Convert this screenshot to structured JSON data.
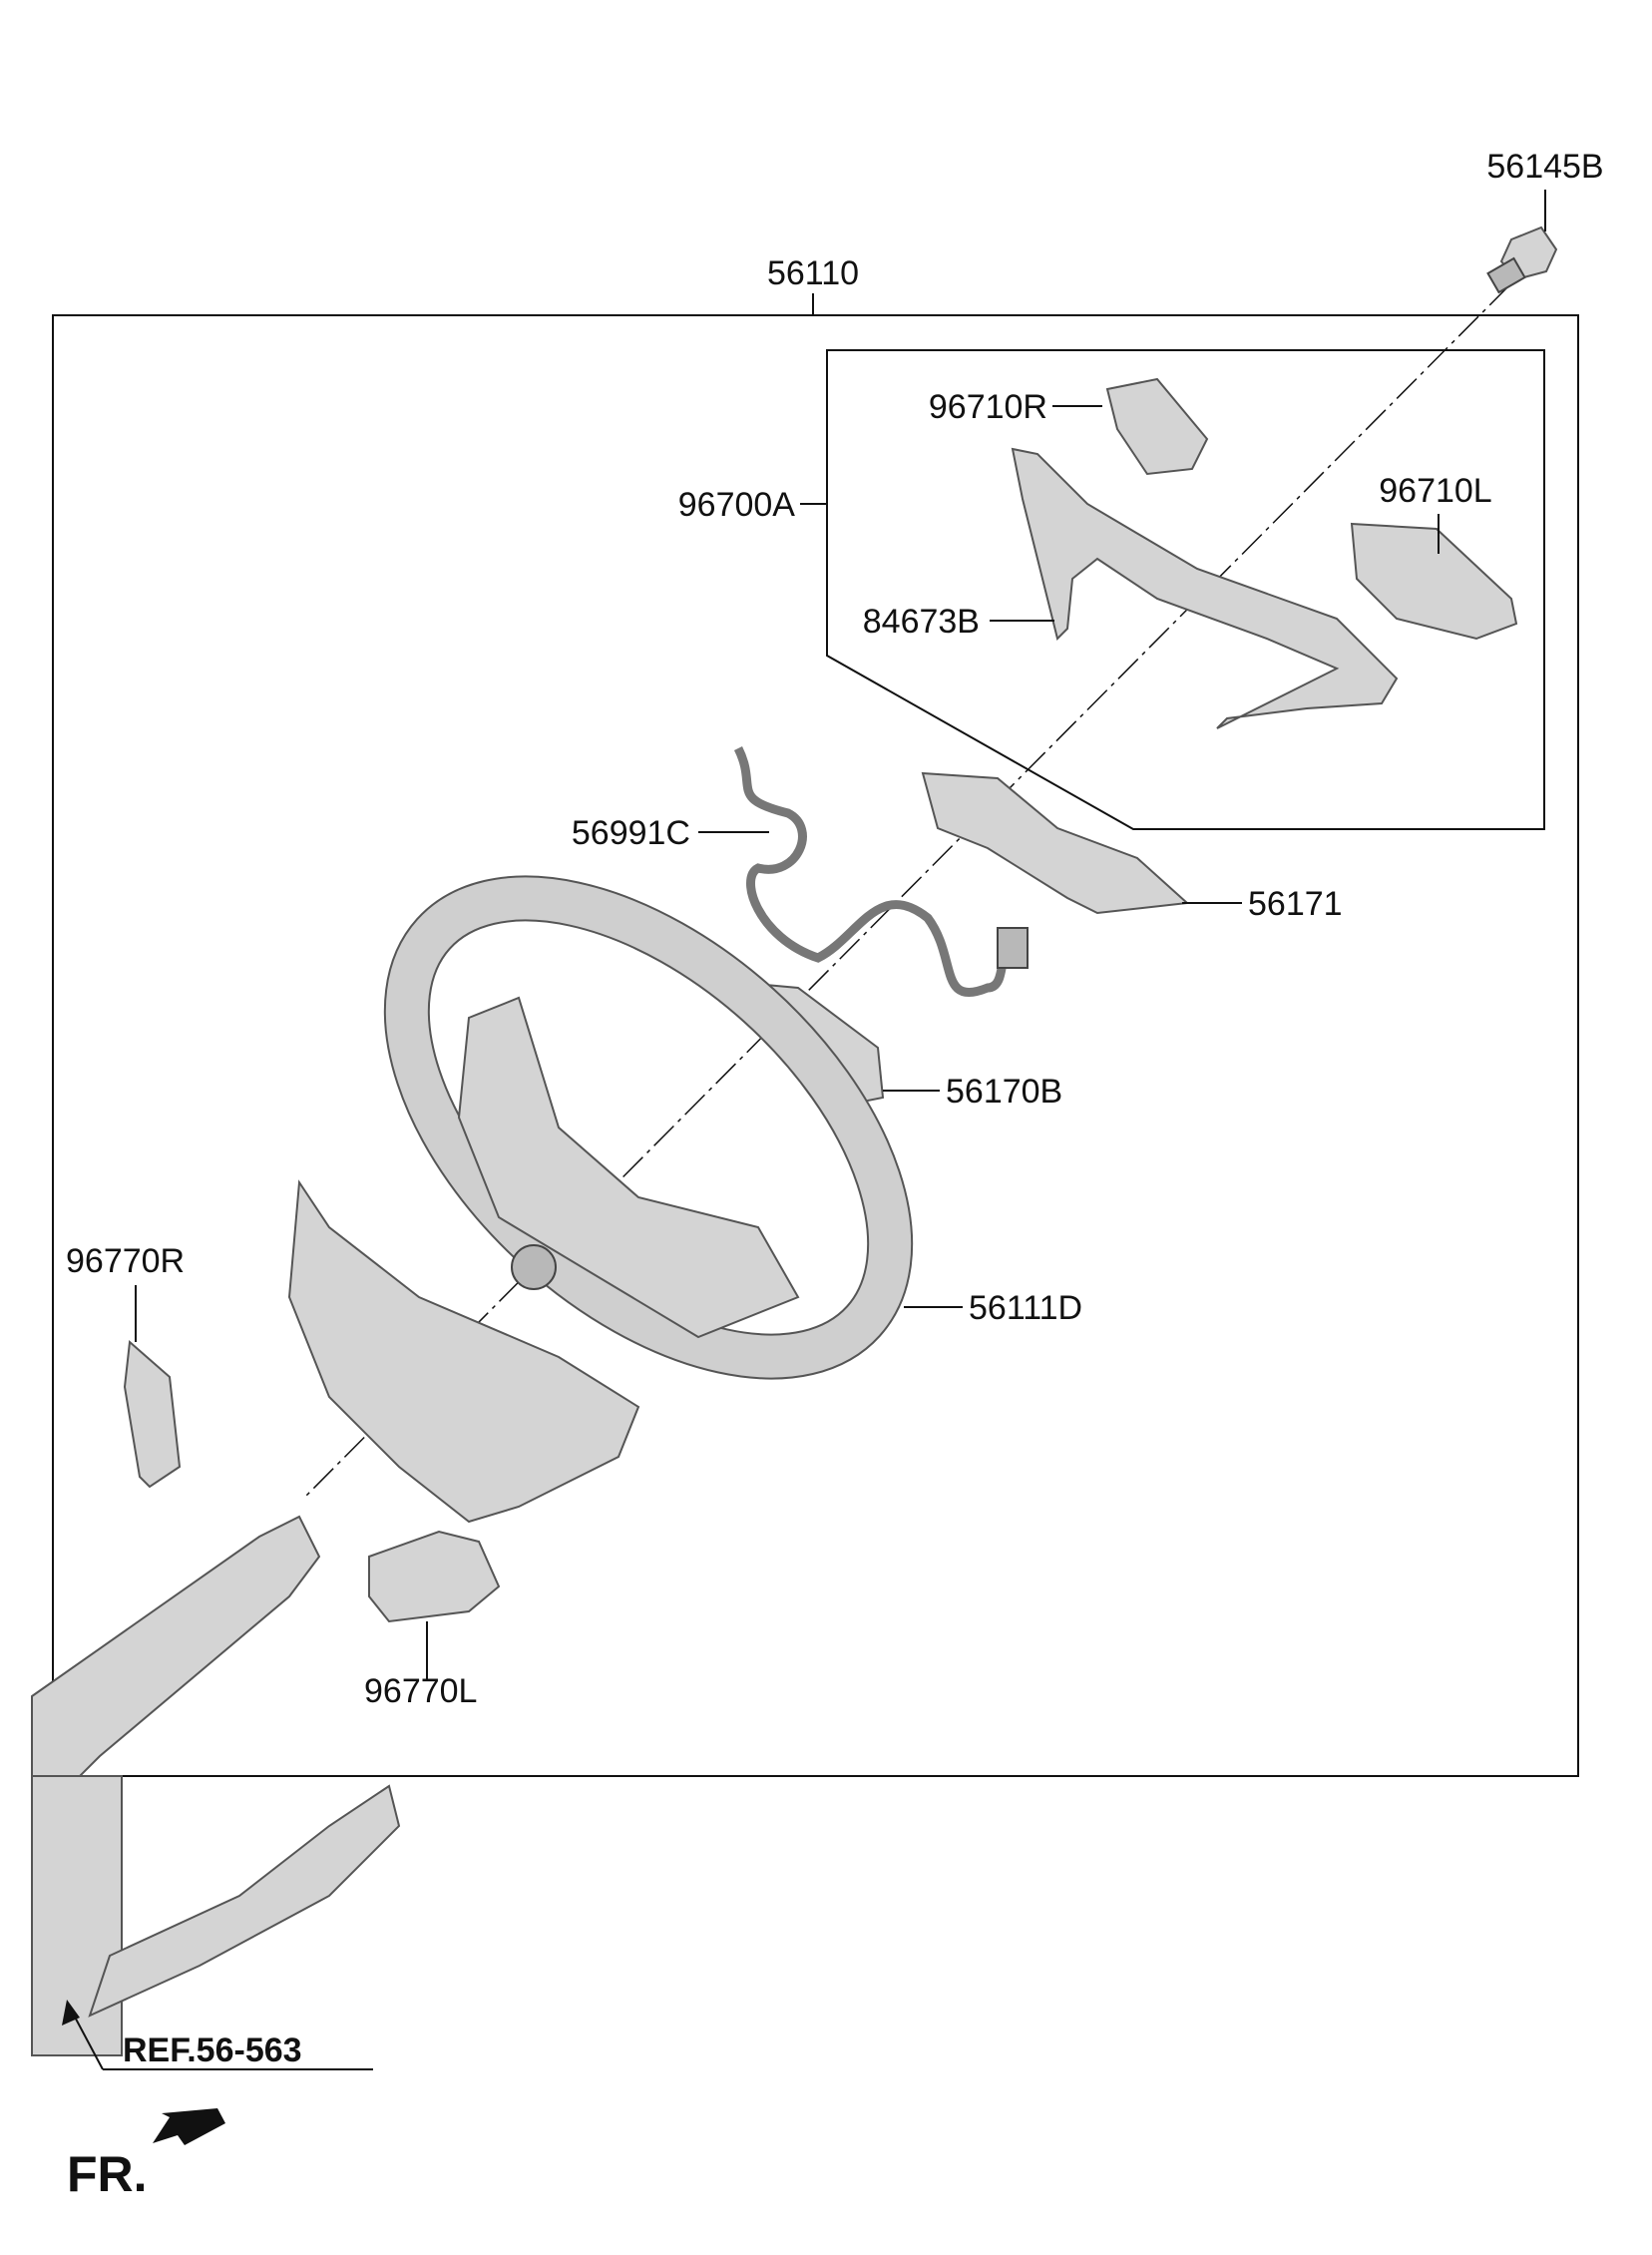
{
  "labels": {
    "p56145B": "56145B",
    "p56110": "56110",
    "p96710R": "96710R",
    "p96700A": "96700A",
    "p96710L": "96710L",
    "p84673B": "84673B",
    "p56991C": "56991C",
    "p56171": "56171",
    "p56170B": "56170B",
    "p56111D": "56111D",
    "p96770R": "96770R",
    "p96770L": "96770L"
  },
  "reference": "REF.56-563",
  "direction": "FR."
}
